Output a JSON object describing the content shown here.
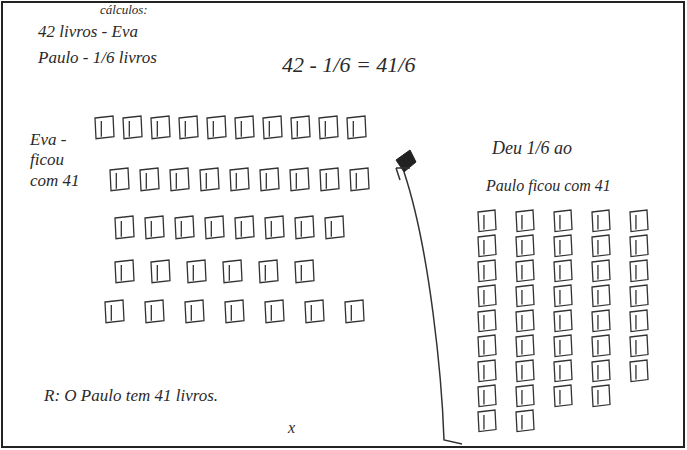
{
  "diagram": {
    "labels": [
      "cálculos:",
      "42 livros - Eva",
      "Paulo - 1/6 livros",
      "42 - 1/6 = 41/6",
      "Eva - ficou com 41",
      "Deu 1/6 ao",
      "Paulo ficou com 41",
      "R: O Paulo tem 41 livros.",
      "x"
    ]
  }
}
